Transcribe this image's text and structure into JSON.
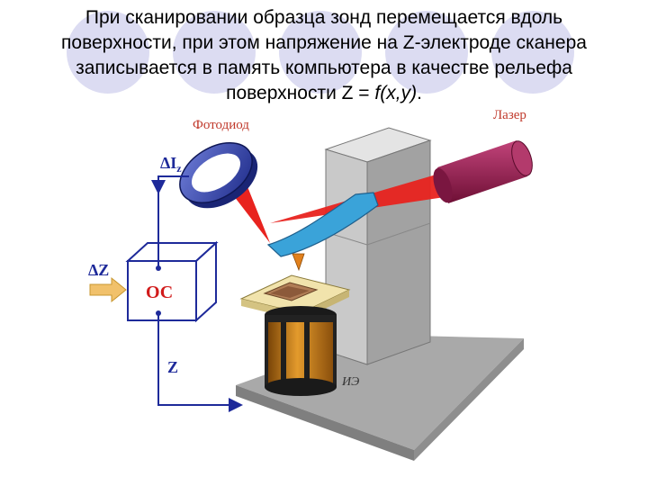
{
  "caption": {
    "line1": "При сканировании образца зонд перемещается вдоль",
    "line2": "поверхности, при этом напряжение на Z-электроде сканера",
    "line3": "записывается в память компьютера в качестве рельефа",
    "line4_prefix": "поверхности Z = ",
    "line4_formula": "f(x,y)",
    "line4_suffix": "."
  },
  "labels": {
    "photodiode": "Фотодиод",
    "laser": "Лазер",
    "delta_iz_main": "ΔI",
    "delta_iz_sub": "z",
    "delta_z": "ΔZ",
    "oc": "ОС",
    "z": "Z",
    "ie": "ИЭ"
  },
  "colors": {
    "circles": "#dcdcf2",
    "wire": "#1e2a9a",
    "laser_body": "#9b1b4e",
    "beam": "#e8231f",
    "cantilever": "#3aa3d9",
    "stand": "#c8c8c8",
    "scanner_band": "#c87a1a"
  }
}
